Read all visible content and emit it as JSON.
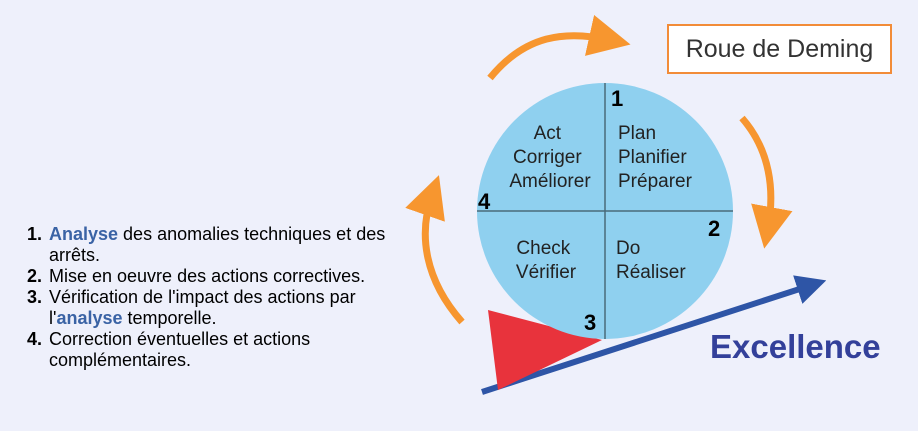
{
  "title": "Roue de Deming",
  "quadrants": {
    "act": [
      "Act",
      "Corriger",
      "Améliorer"
    ],
    "plan": [
      "Plan",
      "Planifier",
      "Préparer"
    ],
    "check": [
      "Check",
      "Vérifier"
    ],
    "do": [
      "Do",
      "Réaliser"
    ]
  },
  "step_numbers": [
    "1",
    "2",
    "3",
    "4"
  ],
  "excellence_label": "Excellence",
  "steps": [
    {
      "num": "1.",
      "pre": "",
      "keyword": "Analyse",
      "post": " des anomalies techniques et des arrêts."
    },
    {
      "num": "2.",
      "pre": "Mise en oeuvre des actions correctives.",
      "keyword": "",
      "post": ""
    },
    {
      "num": "3.",
      "pre": "Vérification de l'impact des actions par l'",
      "keyword": "analyse",
      "post": " temporelle."
    },
    {
      "num": "4.",
      "pre": "Correction éventuelles et actions complémentaires.",
      "keyword": "",
      "post": ""
    }
  ],
  "colors": {
    "wheel": "#8fd0ef",
    "arrows": "#f7962f",
    "wedge": "#e8333c",
    "slope": "#2e55a6",
    "keyword": "#3a63a5",
    "excellence": "#33409a"
  }
}
